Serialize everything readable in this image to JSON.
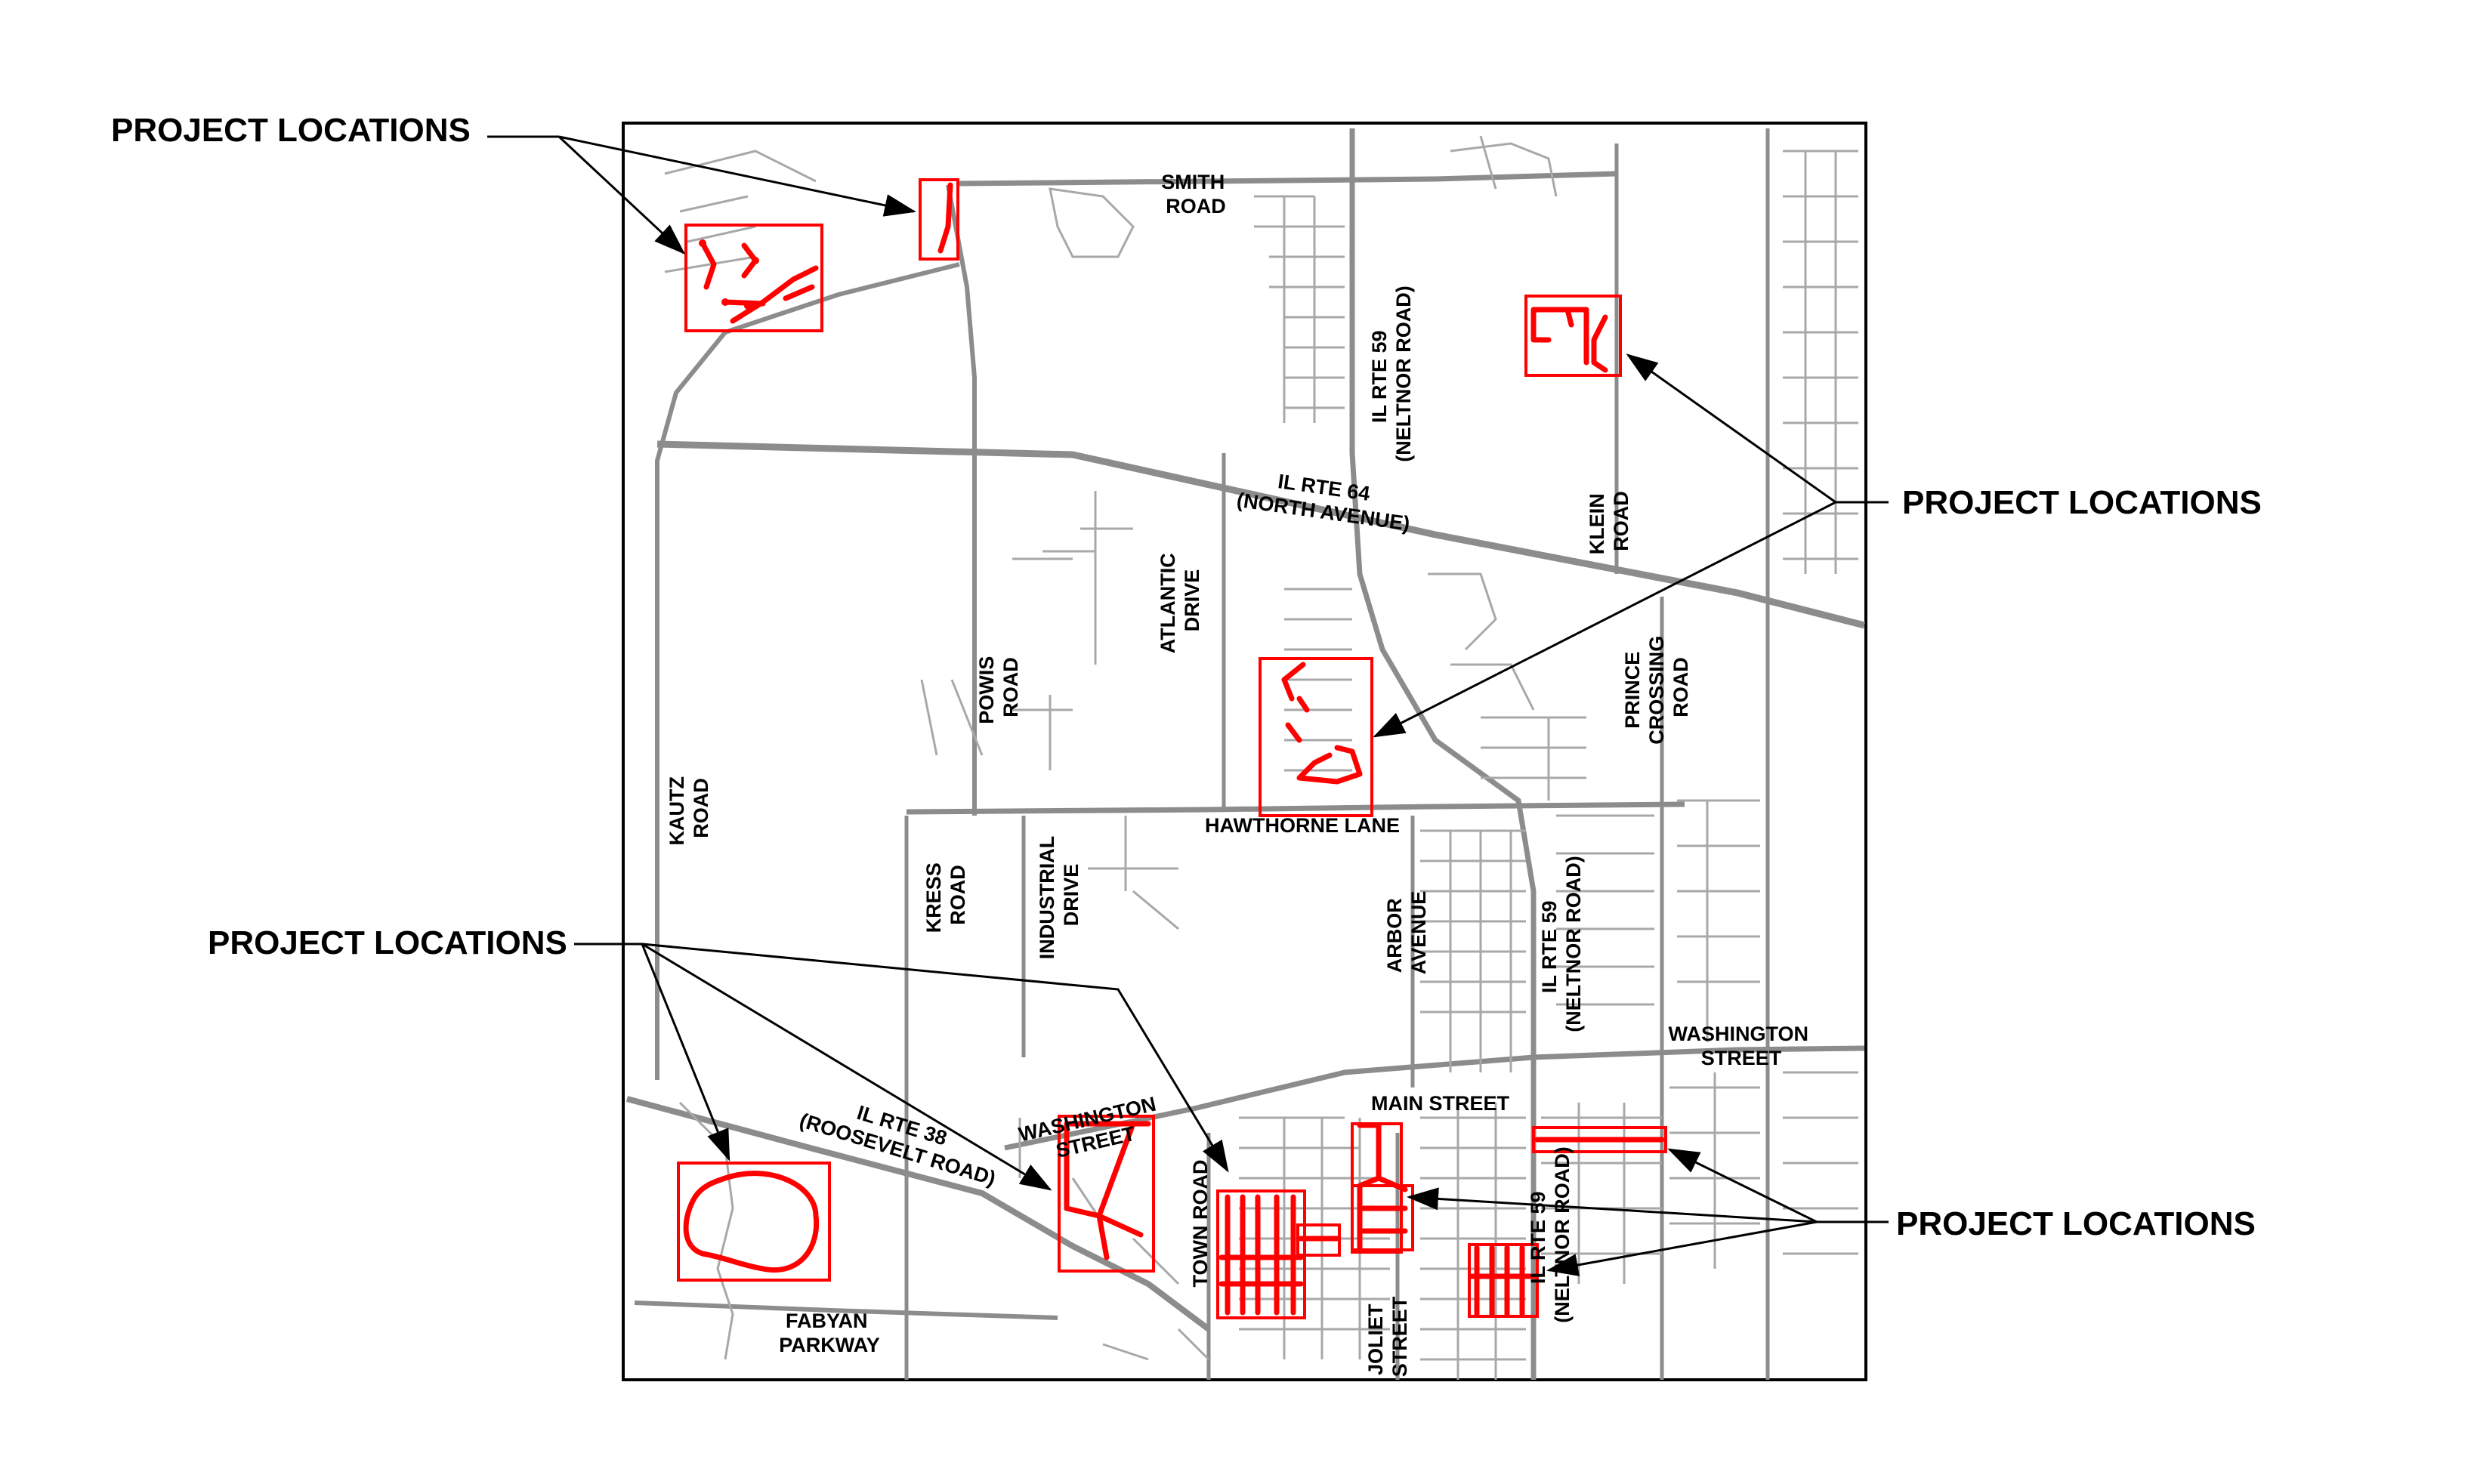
{
  "callouts": [
    {
      "label": "PROJECT LOCATIONS"
    },
    {
      "label": "PROJECT LOCATIONS"
    },
    {
      "label": "PROJECT LOCATIONS"
    },
    {
      "label": "PROJECT LOCATIONS"
    }
  ],
  "streets": {
    "smith_road": [
      "SMITH",
      "ROAD"
    ],
    "il_rte_59_north": [
      "IL RTE 59",
      "(NELTNOR ROAD)"
    ],
    "il_rte_64": [
      "IL RTE 64",
      "(NORTH AVENUE)"
    ],
    "klein_road": [
      "KLEIN",
      "ROAD"
    ],
    "atlantic_drive": [
      "ATLANTIC",
      "DRIVE"
    ],
    "powis_road": [
      "POWIS",
      "ROAD"
    ],
    "prince_crossing_road": [
      "PRINCE",
      "CROSSING",
      "ROAD"
    ],
    "kautz_road": [
      "KAUTZ",
      "ROAD"
    ],
    "hawthorne_lane": [
      "HAWTHORNE LANE"
    ],
    "kress_road": [
      "KRESS",
      "ROAD"
    ],
    "industrial_drive": [
      "INDUSTRIAL",
      "DRIVE"
    ],
    "arbor_avenue": [
      "ARBOR",
      "AVENUE"
    ],
    "il_rte_59_mid": [
      "IL RTE 59",
      "(NELTNOR ROAD)"
    ],
    "washington_street_east": [
      "WASHINGTON",
      "STREET"
    ],
    "main_street": [
      "MAIN STREET"
    ],
    "il_rte_38": [
      "IL RTE 38",
      "(ROOSEVELT ROAD)"
    ],
    "washington_street_west": [
      "WASHINGTON",
      "STREET"
    ],
    "town_road": [
      "TOWN ROAD"
    ],
    "joliet_street": [
      "JOLIET",
      "STREET"
    ],
    "il_rte_59_south": [
      "IL RTE 59",
      "(NELTNOR ROAD)"
    ],
    "fabyan_parkway": [
      "FABYAN",
      "PARKWAY"
    ]
  },
  "colors": {
    "project": "#ff0000",
    "road": "#8c8c8c",
    "leader": "#000000",
    "frame": "#000000"
  }
}
